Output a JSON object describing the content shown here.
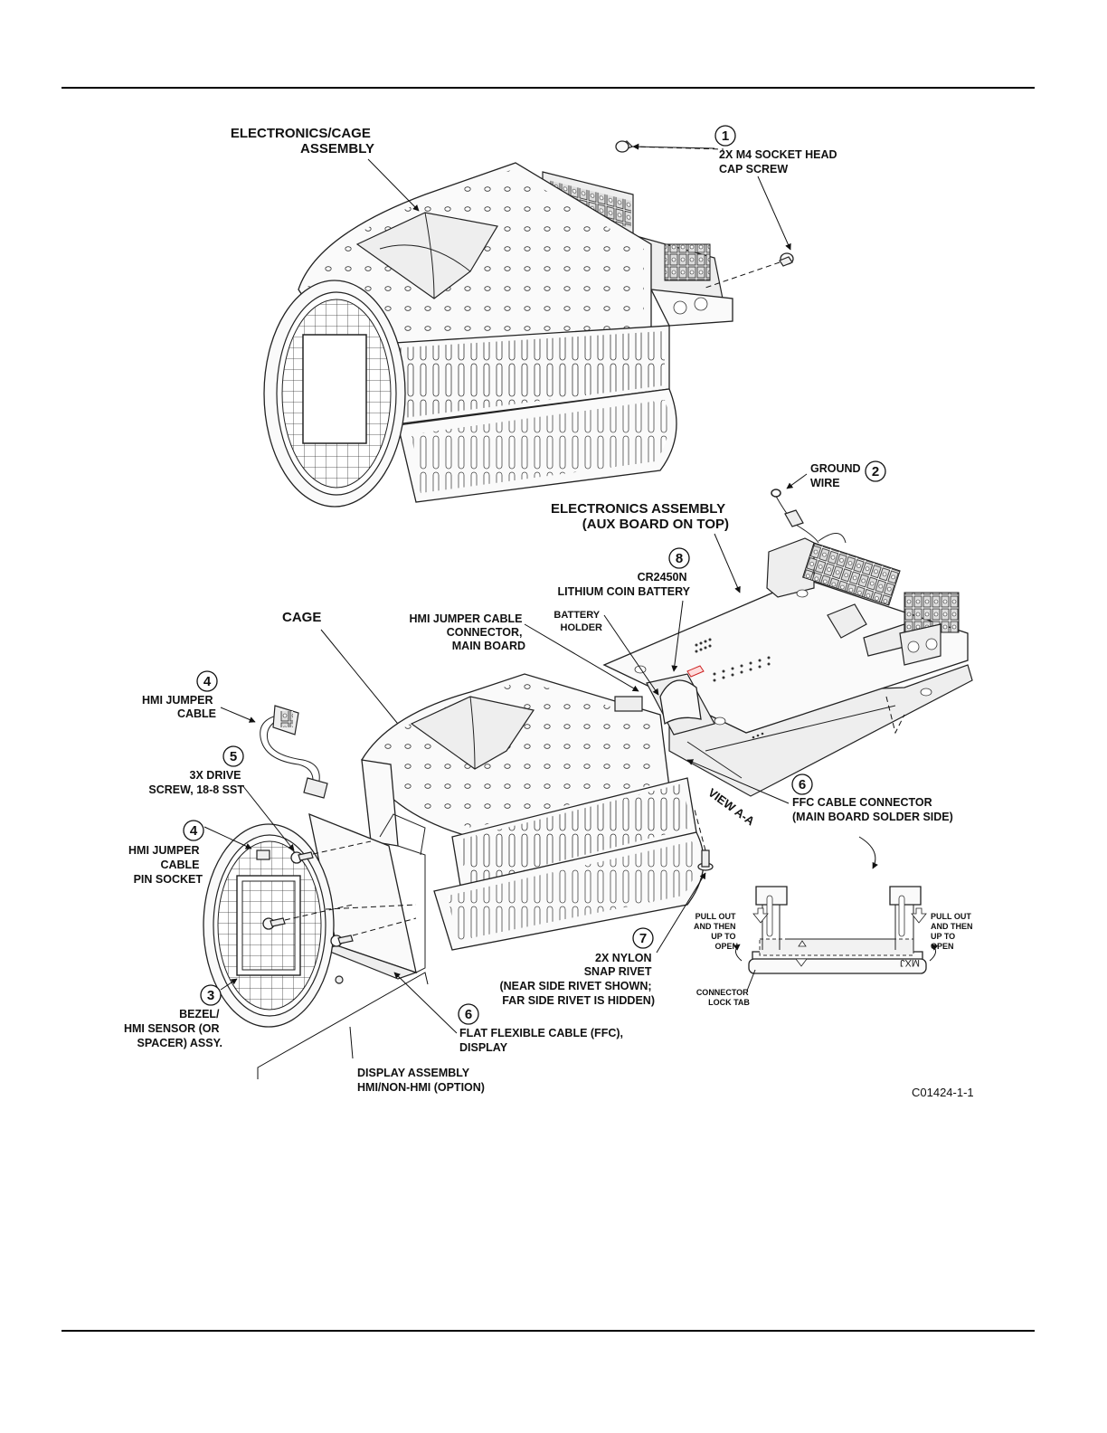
{
  "labels": {
    "electronics_cage_assembly": [
      "ELECTRONICS/CAGE",
      "ASSEMBLY"
    ],
    "socket_screw": [
      "2X M4 SOCKET HEAD",
      "CAP SCREW"
    ],
    "ground_wire": [
      "GROUND",
      "WIRE"
    ],
    "electronics_assembly": [
      "ELECTRONICS ASSEMBLY",
      "(AUX BOARD ON TOP)"
    ],
    "battery": [
      "CR2450N",
      "LITHIUM COIN BATTERY"
    ],
    "battery_holder": [
      "BATTERY",
      "HOLDER"
    ],
    "cage": [
      "CAGE"
    ],
    "hmi_jumper_connector": [
      "HMI JUMPER CABLE",
      "CONNECTOR,",
      "MAIN BOARD"
    ],
    "hmi_jumper_cable": [
      "HMI JUMPER",
      "CABLE"
    ],
    "drive_screw": [
      "3X DRIVE",
      "SCREW, 18-8 SST"
    ],
    "hmi_pin_socket": [
      "HMI JUMPER",
      "CABLE",
      "PIN SOCKET"
    ],
    "bezel": [
      "BEZEL/",
      "HMI SENSOR (OR",
      "SPACER) ASSY."
    ],
    "ffc_display": [
      "FLAT FLEXIBLE CABLE (FFC),",
      "DISPLAY"
    ],
    "display_assembly": [
      "DISPLAY ASSEMBLY",
      "HMI/NON-HMI (OPTION)"
    ],
    "snap_rivet": [
      "2X NYLON",
      "SNAP RIVET",
      "(NEAR SIDE RIVET SHOWN;",
      "FAR SIDE RIVET IS HIDDEN)"
    ],
    "ffc_connector": [
      "FFC CABLE CONNECTOR",
      "(MAIN BOARD SOLDER SIDE)"
    ],
    "view_aa": [
      "VIEW A-A"
    ],
    "pull_out_left": [
      "PULL OUT",
      "AND THEN",
      "UP TO",
      "OPEN"
    ],
    "pull_out_right": [
      "PULL OUT",
      "AND THEN",
      "UP TO",
      "OPEN"
    ],
    "connector_lock_tab": [
      "CONNECTOR",
      "LOCK TAB"
    ],
    "figure_code": [
      "C01424-1-1"
    ]
  },
  "callouts": {
    "n1": "1",
    "n2": "2",
    "n3": "3",
    "n4a": "4",
    "n4b": "4",
    "n5": "5",
    "n6a": "6",
    "n6b": "6",
    "n7": "7",
    "n8": "8"
  },
  "connector_marking": "MXJ"
}
